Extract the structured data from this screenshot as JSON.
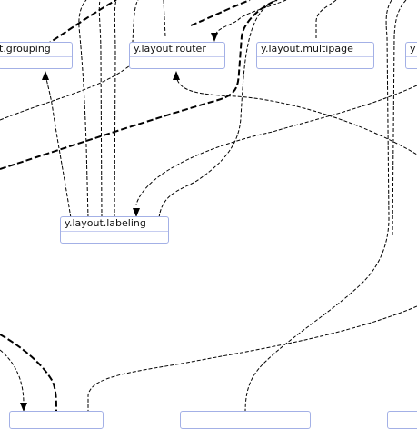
{
  "diagram": {
    "nodes": [
      {
        "id": "grouping",
        "label": "t.grouping"
      },
      {
        "id": "router",
        "label": "y.layout.router"
      },
      {
        "id": "multipage",
        "label": "y.layout.multipage"
      },
      {
        "id": "labeling",
        "label": "y.layout.labeling"
      }
    ],
    "colors": {
      "node_border": "#a3b0e6",
      "node_separator": "#c6cdf0",
      "edge": "#000000"
    }
  }
}
